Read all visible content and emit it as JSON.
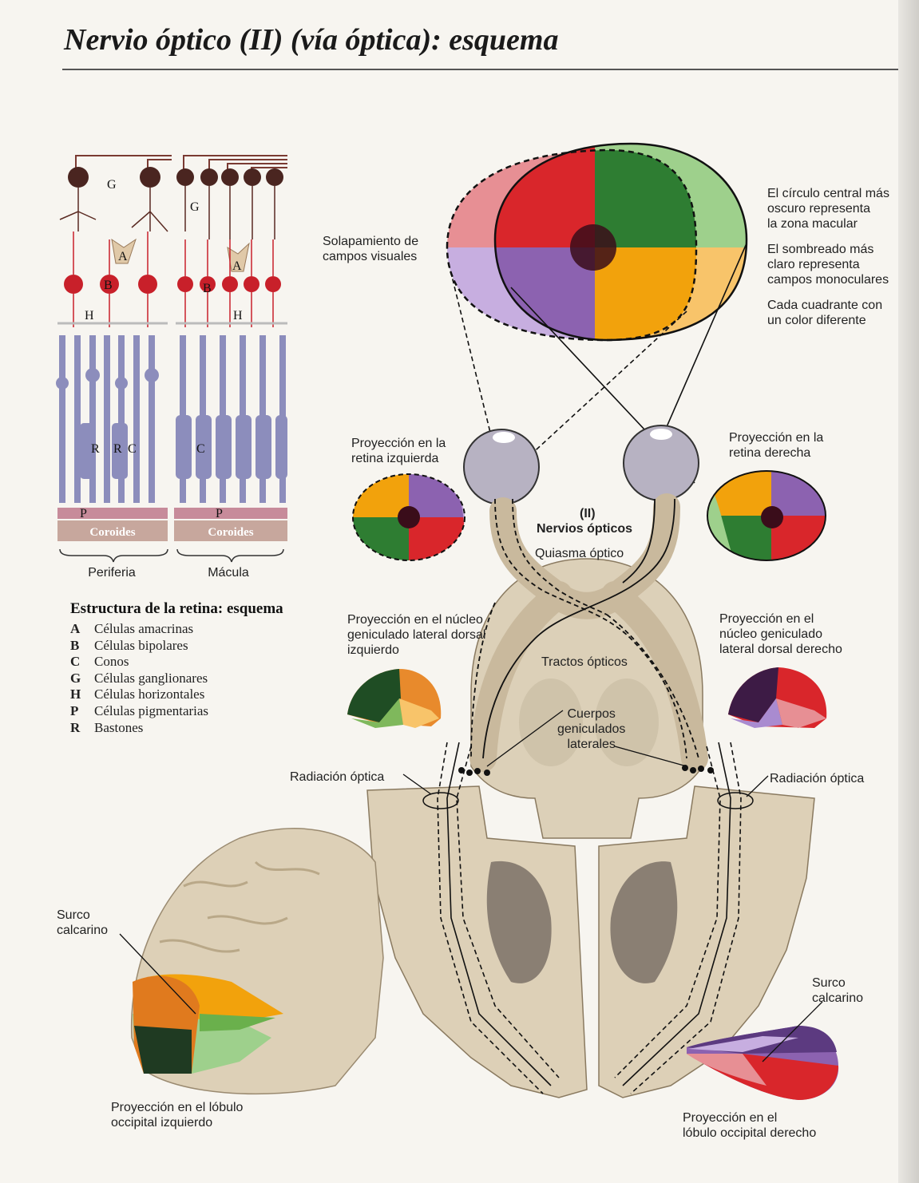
{
  "title": "Nervio óptico (II) (vía óptica): esquema",
  "retina": {
    "letters": {
      "G": "G",
      "A": "A",
      "B": "B",
      "H": "H",
      "R": "R",
      "C": "C",
      "P": "P"
    },
    "coroides": "Coroides",
    "periferia": "Periferia",
    "macula": "Mácula"
  },
  "legend": {
    "title": "Estructura de la retina: esquema",
    "items": [
      {
        "key": "A",
        "text": "Células amacrinas"
      },
      {
        "key": "B",
        "text": "Células bipolares"
      },
      {
        "key": "C",
        "text": "Conos"
      },
      {
        "key": "G",
        "text": "Células ganglionares"
      },
      {
        "key": "H",
        "text": "Células horizontales"
      },
      {
        "key": "P",
        "text": "Células pigmentarias"
      },
      {
        "key": "R",
        "text": "Bastones"
      }
    ]
  },
  "labels": {
    "solapamiento": "Solapamiento de\ncampos visuales",
    "circulo_central": "El círculo central más\noscuro representa\nla zona macular",
    "sombreado": "El sombreado más\nclaro representa\ncampos monoculares",
    "cuadrante": "Cada cuadrante con\nun color diferente",
    "proy_ret_izq": "Proyección en la\nretina izquierda",
    "proy_ret_der": "Proyección en la\nretina derecha",
    "nervios_num": "(II)",
    "nervios": "Nervios ópticos",
    "quiasma": "Quiasma óptico",
    "proy_ngl_izq": "Proyección en el núcleo\ngeniculado lateral dorsal\nizquierdo",
    "proy_ngl_der": "Proyección en el\nnúcleo geniculado\nlateral dorsal derecho",
    "tractos": "Tractos ópticos",
    "cuerpos": "Cuerpos\ngeniculados\nlaterales",
    "radiacion_izq": "Radiación óptica",
    "radiacion_der": "Radiación óptica",
    "surco_izq": "Surco\ncalcarino",
    "surco_der": "Surco\ncalcarino",
    "proy_occ_izq": "Proyección en el lóbulo\noccipital izquierdo",
    "proy_occ_der": "Proyección en el\nlóbulo occipital derecho"
  },
  "colors": {
    "red": "#d9262b",
    "green": "#2e7d32",
    "yellow": "#f2a20c",
    "purple": "#8c62b0",
    "light_red": "#e78f94",
    "light_green": "#9ed08c",
    "light_purple": "#c7aee0",
    "brain": "#ddd0b7",
    "retina_cells": "#8c8dbc",
    "ganglion": "#4a2520"
  }
}
